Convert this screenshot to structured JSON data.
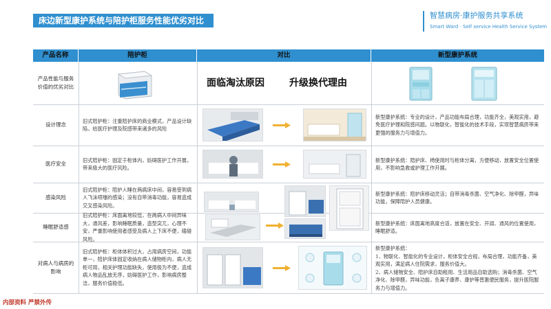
{
  "header": {
    "title": "床边新型康护系统与陪护柜服务性能优劣对比",
    "brand_title": "智慧病房·康护服务共享系统",
    "brand_subtitle": "Smart Ward · Self service Health Service System"
  },
  "table": {
    "columns": [
      "产品名称",
      "陪护柜",
      "对比",
      "新型康护系统"
    ],
    "compare_headings": [
      "面临淘汰原因",
      "升级换代理由"
    ],
    "rows": [
      {
        "label": "产品性能与服务价值的优劣对比"
      },
      {
        "label": "设计理念",
        "old": "旧式陪护柜：注重陪护床的商业模式，产品设计缺陷，给医疗护理及院感带来诸多的风险",
        "new": "新型康护系统：专业的设计，产品功能布局合理，功能齐全，美观实用，避免医疗护理和院感问题。以物联化，智能化的技术手段，实现智慧病房带来更强的服务力与增值力。"
      },
      {
        "label": "医疗安全",
        "old": "旧式陪护柜：固定于柜体内，妨碍医护工作开展，带来极大的医疗风险。",
        "new": "新型康护系统：陪护床、椅使用时与柜体分离，方便移动，放置安全位置使用，不影响急救或护理工作开展。"
      },
      {
        "label": "感染风险",
        "old": "旧式陪护柜：陪护人睡在两病床中间，容易受到病人飞沫喷嚏的感染；没有自带消毒功能，容易造成交叉感染风险。",
        "new": "新型康护系统：陪护床移动灵活；自带消毒杀菌、空气净化、除甲醛，异味功能，保障陪护人员健康。"
      },
      {
        "label": "睡眠舒适感",
        "old": "旧式陪护柜：床面离地较低，在两病人中间异味大，通风差，影响睡眠质量，造型突兀，心理不安，严重影响使用者感受及病人上下床不便，磕碰风险。",
        "new": "新型康护系统：床面离地高度合适，放置在安全、开阔、通风的位置使用，睡眠舒适。"
      },
      {
        "label": "对病人与病房的影响",
        "old": "旧式陪护柜：柜体体积过大，占用病房空间，功能单一，陪护床体固定收纳在病人储物柜内，病人无柜可用，相关护理功能缺失，使用极为不便，造成病人物品乱放无序，妨碍医护工作，影响病房整洁，服务价值极低。",
        "new_lines": [
          "新型康护系统：",
          "1、物联化、智能化的专业设计，柜体安全合规，布局合理，功能齐备，美观实用，满足病人住院需求，服务价值大。",
          "2、病人储物安全、陪护床自助租用、生活用品自助选购；消毒杀菌、空气净化、除甲醛，异味功能，负离子康养、康护等普惠便民服务，提升医院服务力与增值力。"
        ]
      }
    ]
  },
  "footer": {
    "note": "内部资料  严禁外传"
  },
  "colors": {
    "accent": "#2f8fcf",
    "arrow": "#f0b030",
    "footer": "#c0392b",
    "product": "#a8dcea"
  }
}
